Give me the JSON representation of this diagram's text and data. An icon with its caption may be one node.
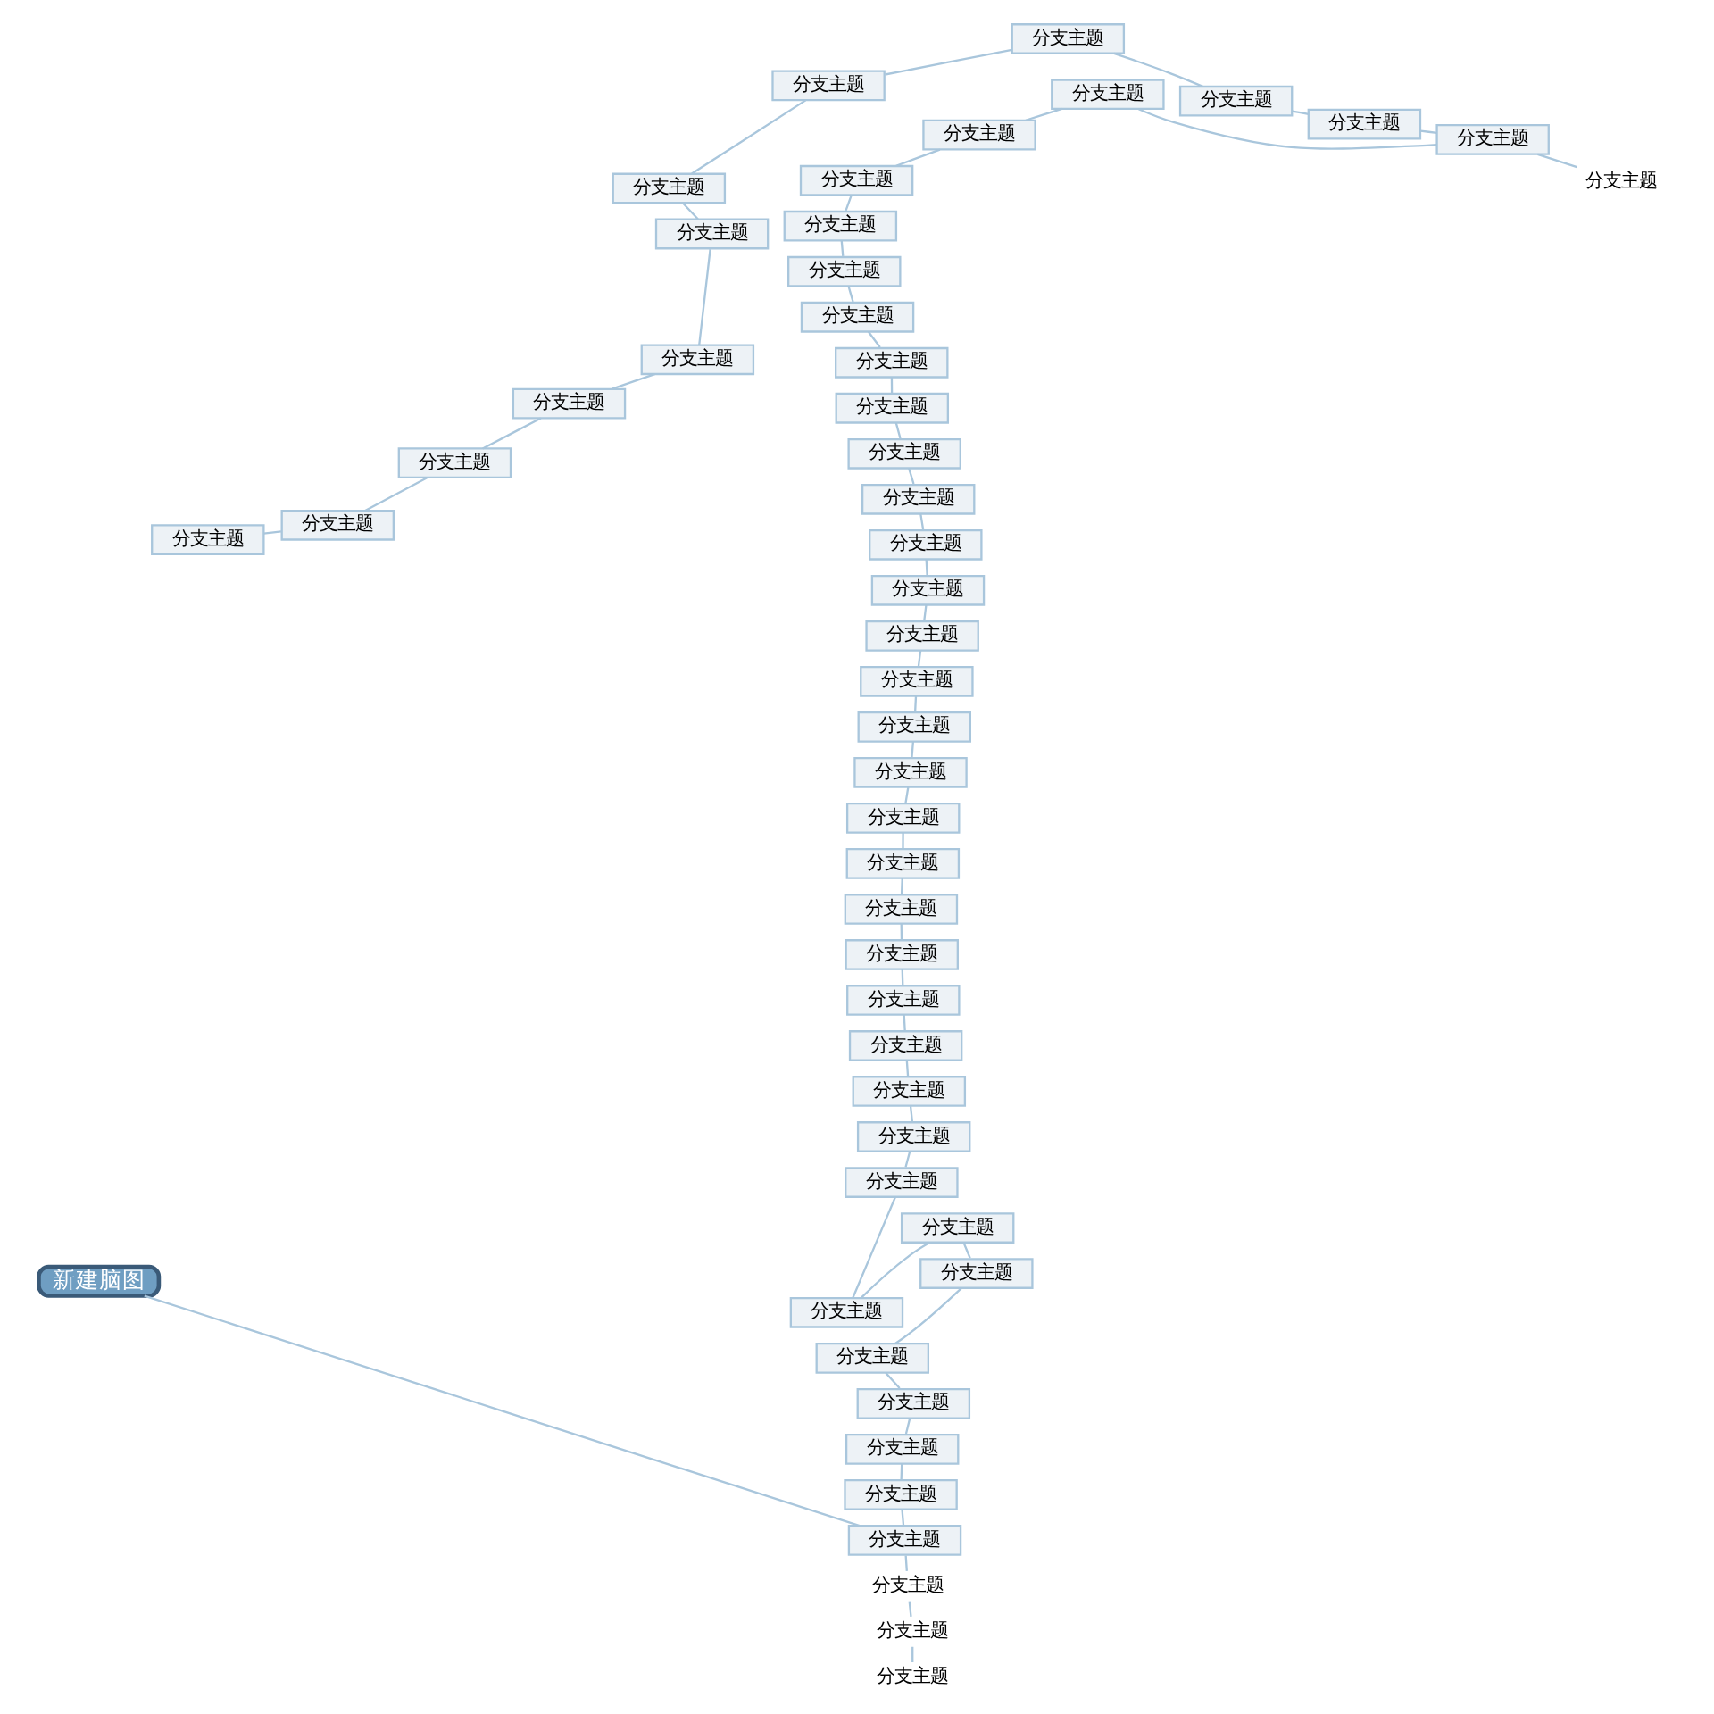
{
  "diagram": {
    "nodes": [
      {
        "text": [
          "新建脑图"
        ]
      },
      {
        "text": [
          "分支主题"
        ]
      },
      {
        "text": [
          "分支主题"
        ]
      },
      {
        "text": [
          "分支主题"
        ]
      },
      {
        "text": [
          "分支主题"
        ]
      },
      {
        "text": [
          "分支主题"
        ]
      },
      {
        "text": [
          "分支主题"
        ]
      },
      {
        "text": [
          "分支主题"
        ]
      },
      {
        "text": [
          "分支主题"
        ]
      },
      {
        "text": [
          "分支主题"
        ]
      },
      {
        "text": [
          "分支主题"
        ]
      },
      {
        "text": [
          "分支主题"
        ]
      },
      {
        "text": [
          "分支主题"
        ]
      },
      {
        "text": [
          "分支主题"
        ]
      },
      {
        "text": [
          "分支主题"
        ]
      },
      {
        "text": [
          "分支主题"
        ]
      },
      {
        "text": [
          "分支主题"
        ]
      },
      {
        "text": [
          "分支主题"
        ]
      },
      {
        "text": [
          "分支主题"
        ]
      },
      {
        "text": [
          "分支主题"
        ]
      },
      {
        "text": [
          "分支主题"
        ]
      },
      {
        "text": [
          "分支主题"
        ]
      },
      {
        "text": [
          "分支主题"
        ]
      },
      {
        "text": [
          "分支主题"
        ]
      },
      {
        "text": [
          "分支主题"
        ]
      },
      {
        "text": [
          "分支主题"
        ]
      },
      {
        "text": [
          "分支主题"
        ]
      },
      {
        "text": [
          "分支主题"
        ]
      },
      {
        "text": [
          "分支主题"
        ]
      },
      {
        "text": [
          "分支主题"
        ]
      },
      {
        "text": [
          "分支主题"
        ]
      },
      {
        "text": [
          "分支主题"
        ]
      },
      {
        "text": [
          "分支主题"
        ]
      },
      {
        "text": [
          "分支主题"
        ]
      },
      {
        "text": [
          "分支主题"
        ]
      },
      {
        "text": [
          "分支主题"
        ]
      },
      {
        "text": [
          "分支主题"
        ]
      },
      {
        "text": [
          "分支主题"
        ]
      },
      {
        "text": [
          "分支主题"
        ]
      },
      {
        "text": [
          "分支主题"
        ]
      },
      {
        "text": [
          "分支主题"
        ]
      },
      {
        "text": [
          "分支主题"
        ]
      },
      {
        "text": [
          "分支主题"
        ]
      },
      {
        "text": [
          "分支主题"
        ]
      },
      {
        "text": [
          "分支主题"
        ]
      },
      {
        "text": [
          "分支主题"
        ]
      },
      {
        "text": [
          "分支主题"
        ]
      },
      {
        "text": [
          "分支主题"
        ]
      },
      {
        "text": [
          "分支主题"
        ]
      },
      {
        "text": [
          "分支主题"
        ]
      }
    ],
    "edges": [
      {
        "from": 0,
        "to": 1,
        "arrow": "none"
      },
      {
        "from": 1,
        "to": 2,
        "arrow": "none"
      },
      {
        "from": 2,
        "to": 3,
        "arrow": "none"
      },
      {
        "from": 3,
        "to": 4,
        "arrow": "none"
      },
      {
        "from": 1,
        "to": 5,
        "arrow": "none"
      },
      {
        "from": 5,
        "to": 6,
        "arrow": "none"
      },
      {
        "from": 6,
        "to": 7,
        "arrow": "none"
      },
      {
        "from": 7,
        "to": 8,
        "arrow": "none"
      },
      {
        "from": 8,
        "to": 9,
        "arrow": "none"
      },
      {
        "from": 9,
        "to": 10,
        "arrow": "none"
      },
      {
        "from": 10,
        "to": 11,
        "arrow": "none"
      },
      {
        "from": 11,
        "to": 12,
        "arrow": "none"
      },
      {
        "from": 12,
        "to": 13,
        "arrow": "none"
      },
      {
        "from": 13,
        "to": 14,
        "arrow": "none"
      },
      {
        "from": 14,
        "to": 15,
        "arrow": "none"
      },
      {
        "from": 15,
        "to": 16,
        "arrow": "none"
      },
      {
        "from": 16,
        "to": 17,
        "arrow": "none"
      },
      {
        "from": 17,
        "to": 18,
        "arrow": "none"
      },
      {
        "from": 18,
        "to": 19,
        "arrow": "none"
      },
      {
        "from": 19,
        "to": 20,
        "arrow": "none"
      },
      {
        "from": 20,
        "to": 21,
        "arrow": "none"
      },
      {
        "from": 21,
        "to": 22,
        "arrow": "none"
      },
      {
        "from": 22,
        "to": 23,
        "arrow": "none"
      },
      {
        "from": 23,
        "to": 24,
        "arrow": "none"
      },
      {
        "from": 24,
        "to": 25,
        "arrow": "none"
      },
      {
        "from": 25,
        "to": 26,
        "arrow": "none"
      },
      {
        "from": 26,
        "to": 27,
        "arrow": "none"
      },
      {
        "from": 27,
        "to": 28,
        "arrow": "none"
      },
      {
        "from": 28,
        "to": 29,
        "arrow": "none"
      },
      {
        "from": 29,
        "to": 30,
        "arrow": "none"
      },
      {
        "from": 30,
        "to": 31,
        "arrow": "none"
      },
      {
        "from": 31,
        "to": 32,
        "arrow": "none"
      },
      {
        "from": 32,
        "to": 33,
        "arrow": "none"
      },
      {
        "from": 33,
        "to": 34,
        "arrow": "none"
      },
      {
        "from": 34,
        "to": 35,
        "arrow": "none"
      },
      {
        "from": 35,
        "to": 36,
        "arrow": "none"
      },
      {
        "from": 36,
        "to": 37,
        "arrow": "none"
      },
      {
        "from": 37,
        "to": 38,
        "arrow": "none"
      },
      {
        "from": 37,
        "to": 39,
        "arrow": "none"
      },
      {
        "from": 39,
        "to": 40,
        "arrow": "none"
      },
      {
        "from": 40,
        "to": 41,
        "arrow": "none"
      },
      {
        "from": 41,
        "to": 42,
        "arrow": "none"
      },
      {
        "from": 42,
        "to": 43,
        "arrow": "none"
      },
      {
        "from": 43,
        "to": 44,
        "arrow": "none"
      },
      {
        "from": 44,
        "to": 45,
        "arrow": "none"
      },
      {
        "from": 45,
        "to": 46,
        "arrow": "none"
      },
      {
        "from": 46,
        "to": 47,
        "arrow": "none"
      },
      {
        "from": 47,
        "to": 48,
        "arrow": "none"
      },
      {
        "from": 48,
        "to": 49,
        "arrow": "none"
      }
    ]
  }
}
